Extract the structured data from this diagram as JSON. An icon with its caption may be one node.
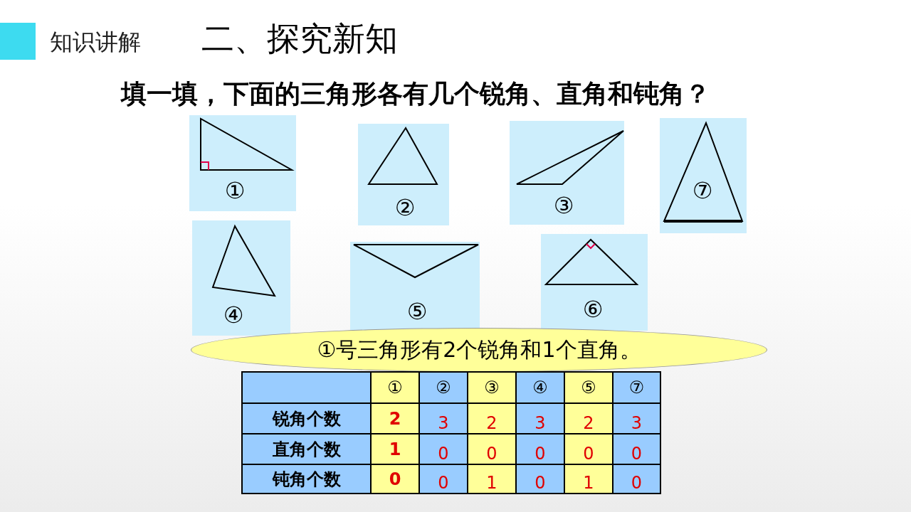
{
  "diagram": {
    "title": "二、探究新知",
    "nodes": [
      {
        "text": [
          "①号三角形有2个锐角和1个直角。"
        ]
      }
    ],
    "labels": [
      "知识讲解",
      "填一填，下面的三角形各有几个锐角、直角和钝角？",
      "①",
      "②",
      "③",
      "⑦",
      "④",
      "⑤",
      "⑥",
      "①",
      "②",
      "③",
      "④",
      "⑤",
      "⑦",
      "锐角个数",
      "2",
      "3",
      "2",
      "3",
      "2",
      "3",
      "直角个数",
      "1",
      "0",
      "0",
      "0",
      "0",
      "0",
      "钝角个数",
      "0",
      "0",
      "1",
      "0",
      "1",
      "0"
    ]
  }
}
